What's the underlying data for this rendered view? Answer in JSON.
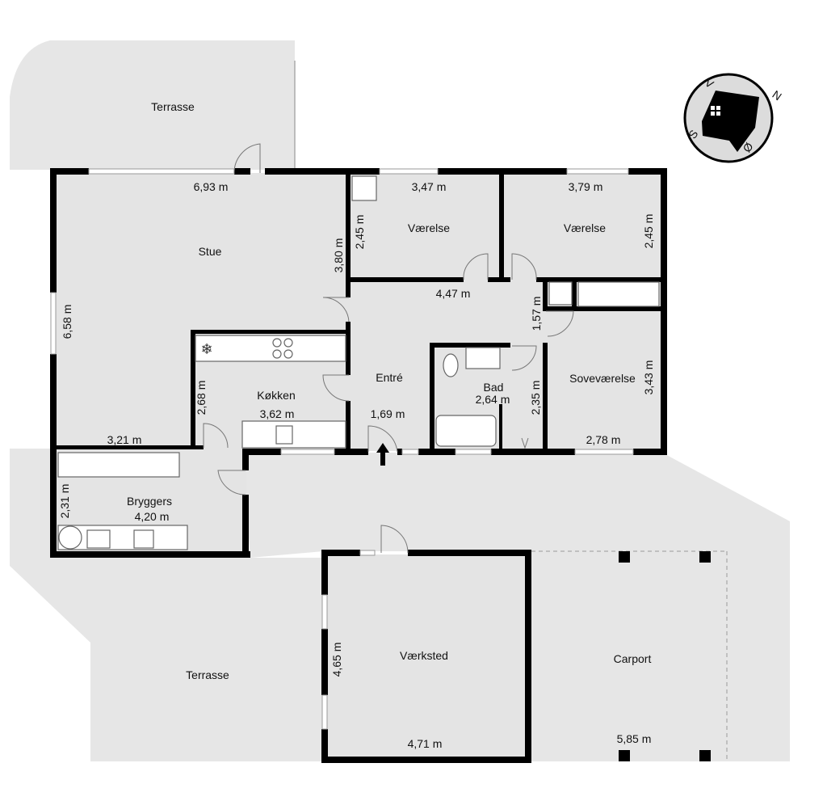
{
  "rooms": {
    "terrasse_top": "Terrasse",
    "stue": "Stue",
    "vaerelse_1": "Værelse",
    "vaerelse_2": "Værelse",
    "entre": "Entré",
    "koekken": "Køkken",
    "bad": "Bad",
    "sovevaerelse": "Soveværelse",
    "bryggers": "Bryggers",
    "terrasse_bottom": "Terrasse",
    "vaerksted": "Værksted",
    "carport": "Carport"
  },
  "dimensions": {
    "stue_width": "6,93 m",
    "stue_depth": "6,58 m",
    "stue_bottom": "3,21 m",
    "stue_side": "3,80 m",
    "vaerelse1_width": "3,47 m",
    "vaerelse1_depth": "2,45 m",
    "vaerelse2_width": "3,79 m",
    "vaerelse2_depth": "2,45 m",
    "hall_width": "4,47 m",
    "hall_depth": "1,57 m",
    "koekken_depth": "2,68 m",
    "koekken_width": "3,62 m",
    "entre_width": "1,69 m",
    "bad_area": "2,64 m",
    "bad_depth": "2,35 m",
    "sove_depth": "3,43 m",
    "sove_width": "2,78 m",
    "bryggers_depth": "2,31 m",
    "bryggers_width": "4,20 m",
    "vaerksted_depth": "4,65 m",
    "vaerksted_width": "4,71 m",
    "carport_width": "5,85 m"
  },
  "compass": {
    "north": "N",
    "east": "Ø",
    "south": "S",
    "west": "V"
  },
  "colors": {
    "wall": "#000000",
    "floor": "#e4e4e4",
    "terrace": "#e6e6e6"
  }
}
